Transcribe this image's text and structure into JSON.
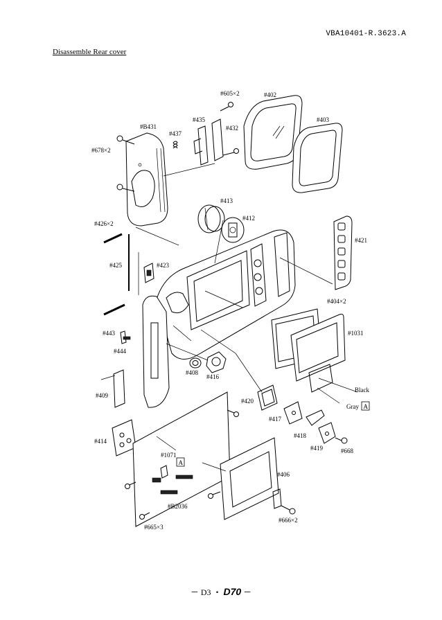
{
  "header": {
    "doc_code": "VBA10401-R.3623.A",
    "section_title": "Disassemble Rear cover"
  },
  "labels": {
    "p605": "#605×2",
    "p402": "#402",
    "p435": "#435",
    "p432": "#432",
    "p403": "#403",
    "pB431": "#B431",
    "p437": "#437",
    "p678": "#678×2",
    "p413": "#413",
    "p412": "#412",
    "p426": "#426×2",
    "p421": "#421",
    "p425": "#425",
    "p423": "#423",
    "p404": "#404×2",
    "p443": "#443",
    "p1031": "#1031",
    "p444": "#444",
    "p408": "#408",
    "p416": "#416",
    "black": "Black",
    "p409": "#409",
    "p420": "#420",
    "gray": "Gray",
    "gray_box": "A",
    "p417": "#417",
    "p418": "#418",
    "p414": "#414",
    "p419": "#419",
    "p668": "#668",
    "p1071": "#1071",
    "p1071_box": "A",
    "p406": "#406",
    "pB2036": "#B2036",
    "p666": "#666×2",
    "p665": "#665×3"
  },
  "footer": {
    "page_prefix": "－ D3 ・",
    "model": "D70",
    "page_suffix": "－"
  }
}
